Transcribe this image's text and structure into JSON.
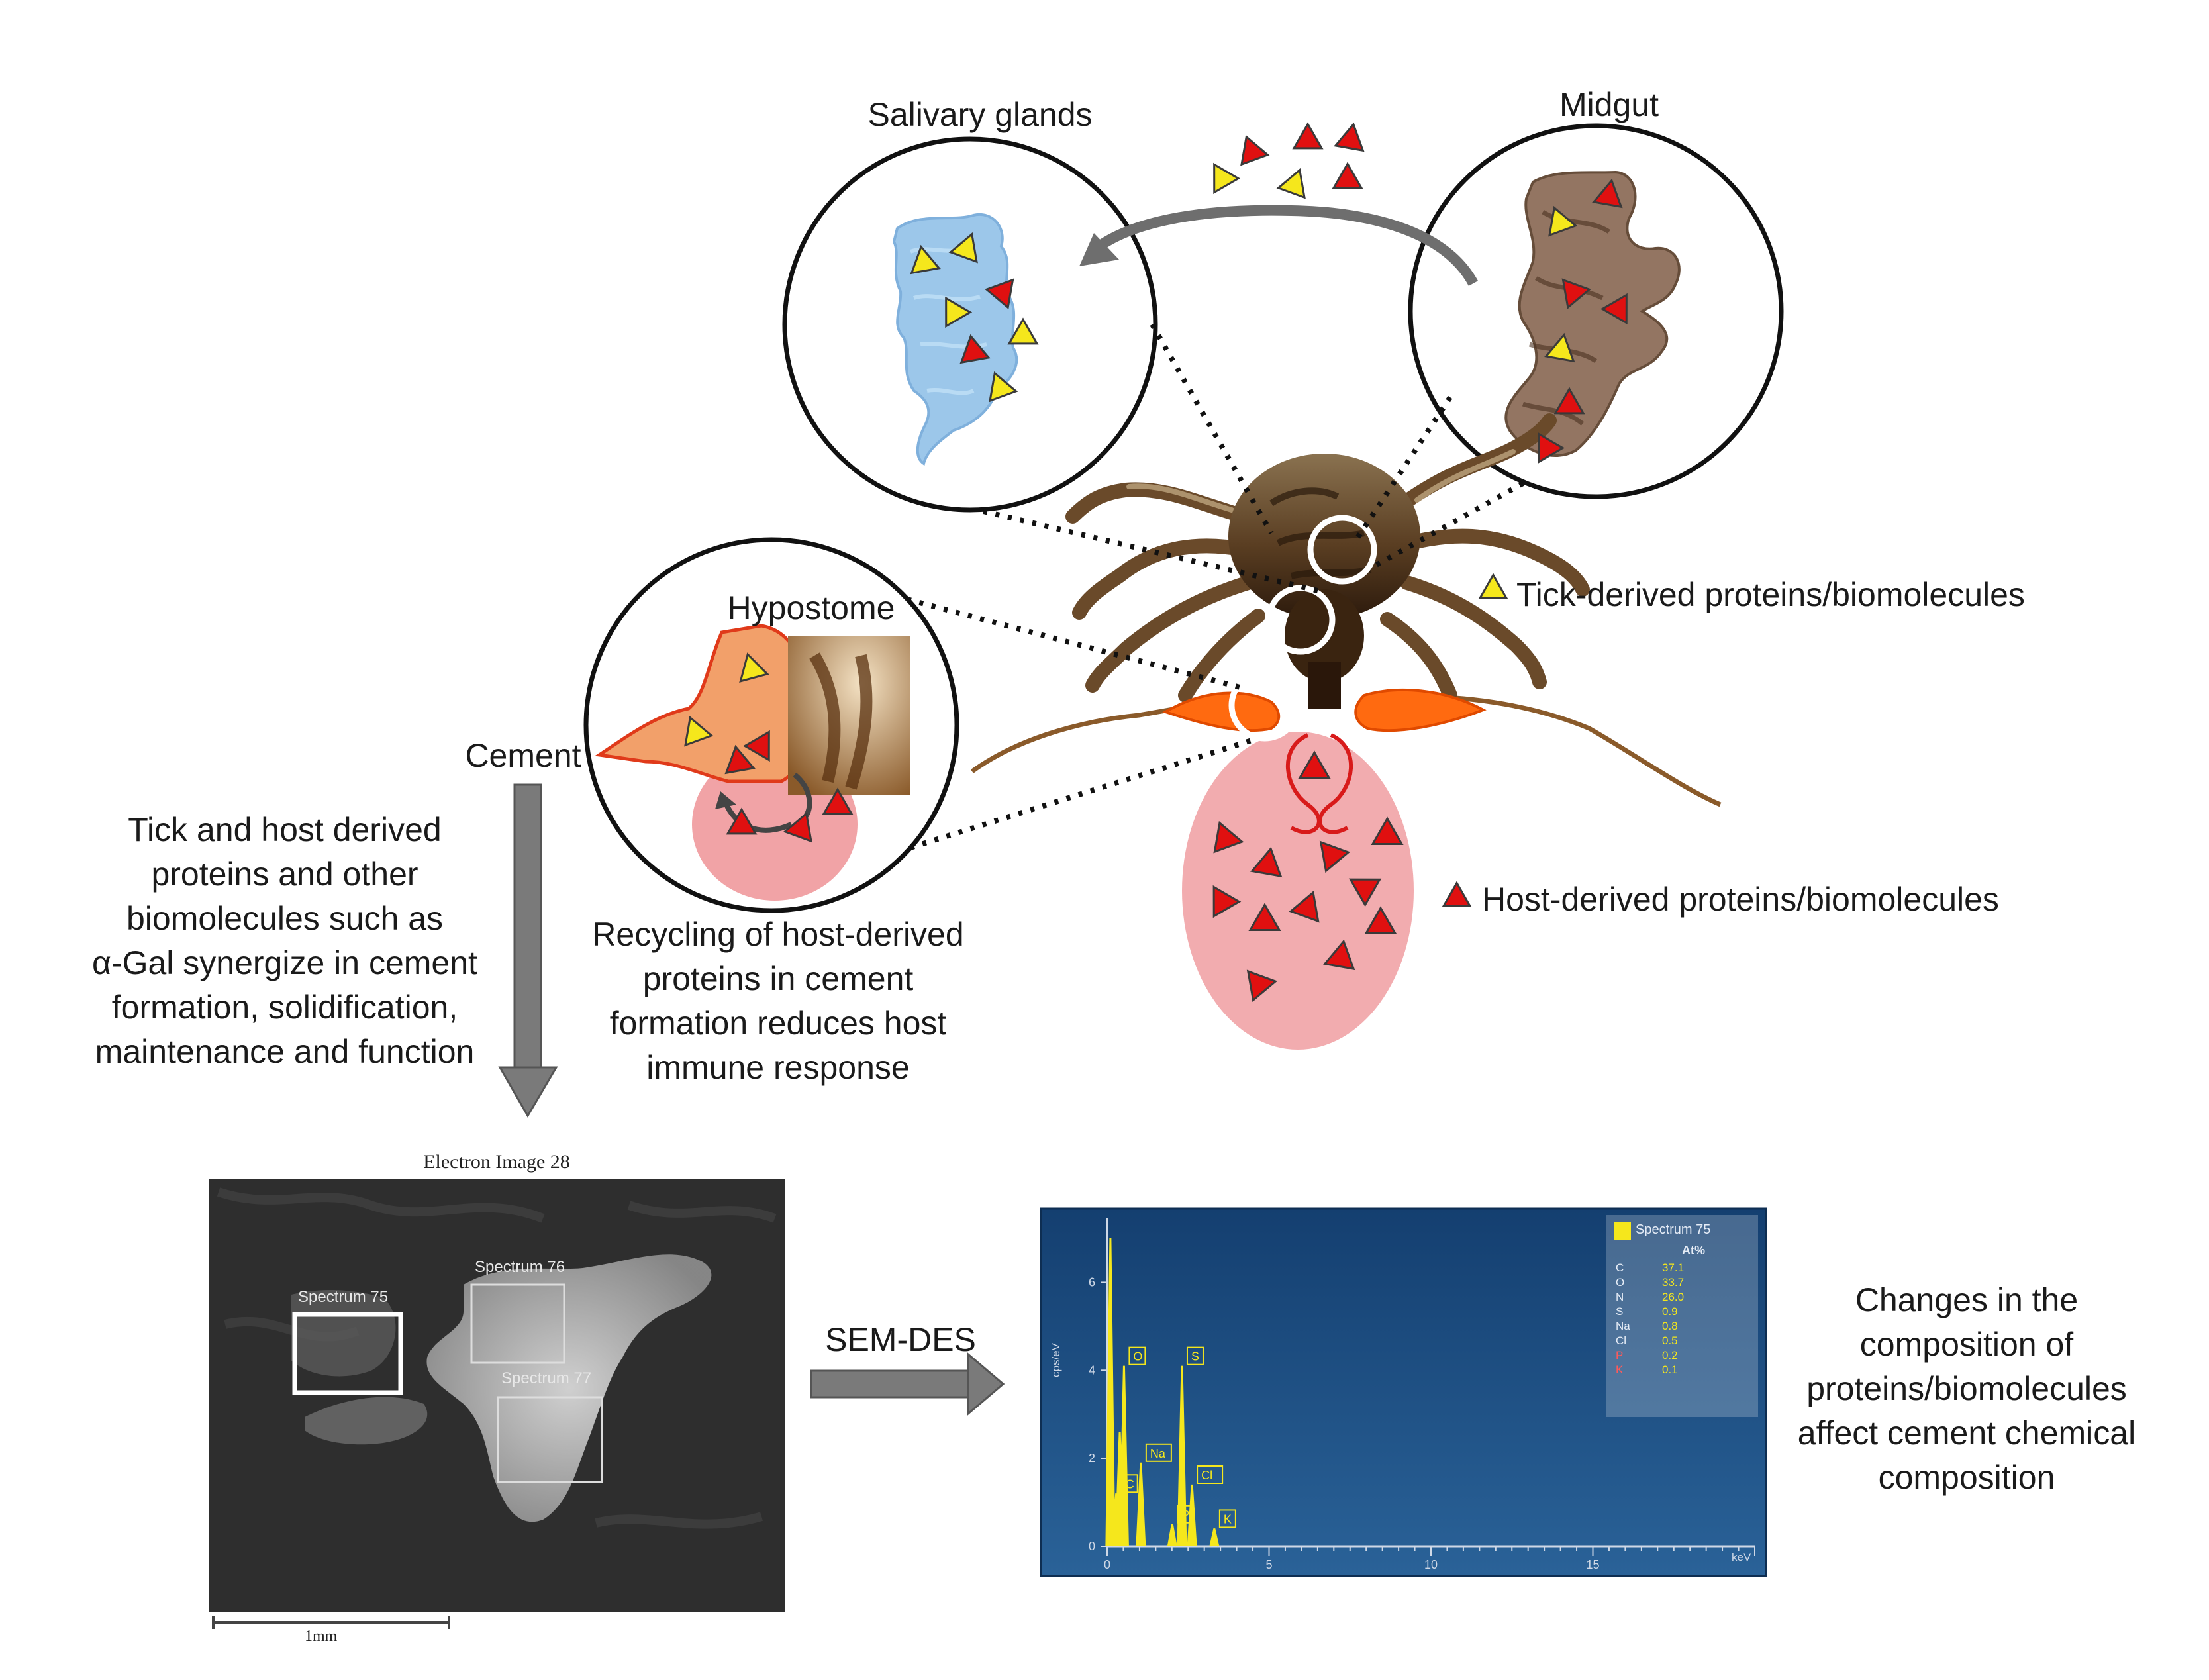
{
  "labels": {
    "salivary_glands": "Salivary glands",
    "midgut": "Midgut",
    "hypostome": "Hypostome",
    "cement": "Cement",
    "tick_legend": "Tick-derived proteins/biomolecules",
    "host_legend": "Host-derived proteins/biomolecules",
    "cement_text": [
      "Tick and host derived",
      "proteins and other",
      "biomolecules such as",
      "α-Gal synergize in cement",
      "formation, solidification,",
      "maintenance and function"
    ],
    "recycling_text": [
      "Recycling of host-derived",
      "proteins in cement",
      "formation reduces host",
      "immune response"
    ],
    "sem_des": "SEM-DES",
    "changes_text": [
      "Changes in the",
      "composition of",
      "proteins/biomolecules",
      "affect cement chemical",
      "composition"
    ]
  },
  "electron_image": {
    "title": "Electron Image 28",
    "spectra": [
      "Spectrum 75",
      "Spectrum 76",
      "Spectrum 77"
    ],
    "scale_bar": "1mm"
  },
  "eds_plot": {
    "legend_title": "Spectrum 75",
    "col_header": "At%",
    "elements": [
      "C",
      "O",
      "N",
      "S",
      "Na",
      "Cl",
      "P",
      "K"
    ],
    "values": [
      "37.1",
      "33.7",
      "26.0",
      "0.9",
      "0.8",
      "0.5",
      "0.2",
      "0.1"
    ],
    "x_ticks": [
      "0",
      "5",
      "10",
      "15"
    ],
    "x_unit": "keV",
    "y_ticks": [
      "0",
      "2",
      "4",
      "6"
    ],
    "y_label": "cps/eV",
    "peak_labels": [
      "O",
      "C",
      "Na",
      "S",
      "Cl",
      "P",
      "K"
    ]
  },
  "colors": {
    "tick_marker": "#f5e71c",
    "host_marker": "#e01010",
    "arrow_gray": "#7a7a7a",
    "host_pool": "#f1a3a6",
    "gland_blue": "#9cc7ea",
    "midgut_brown": "#8a6a55",
    "cement_orange": "#ff6a10",
    "eds_bg": "#1c4f86"
  }
}
